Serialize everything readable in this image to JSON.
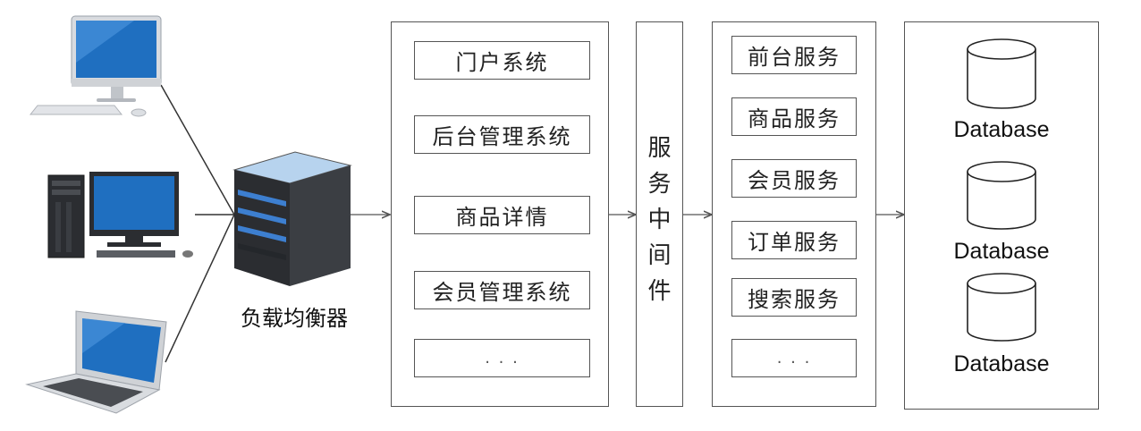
{
  "load_balancer": {
    "label": "负载均衡器"
  },
  "portal_systems": [
    "门户系统",
    "后台管理系统",
    "商品详情",
    "会员管理系统",
    ". . ."
  ],
  "middleware": {
    "chars": [
      "服",
      "务",
      "中",
      "间",
      "件"
    ]
  },
  "services": [
    "前台服务",
    "商品服务",
    "会员服务",
    "订单服务",
    "搜索服务",
    ". . ."
  ],
  "databases": [
    "Database",
    "Database",
    "Database"
  ],
  "clients": [
    {
      "icon": "desktop-monitor-icon"
    },
    {
      "icon": "desktop-tower-pc-icon"
    },
    {
      "icon": "laptop-icon"
    }
  ],
  "colors": {
    "screen_blue": "#1f6fc0",
    "server_body": "#2e3034",
    "line": "#333333"
  }
}
